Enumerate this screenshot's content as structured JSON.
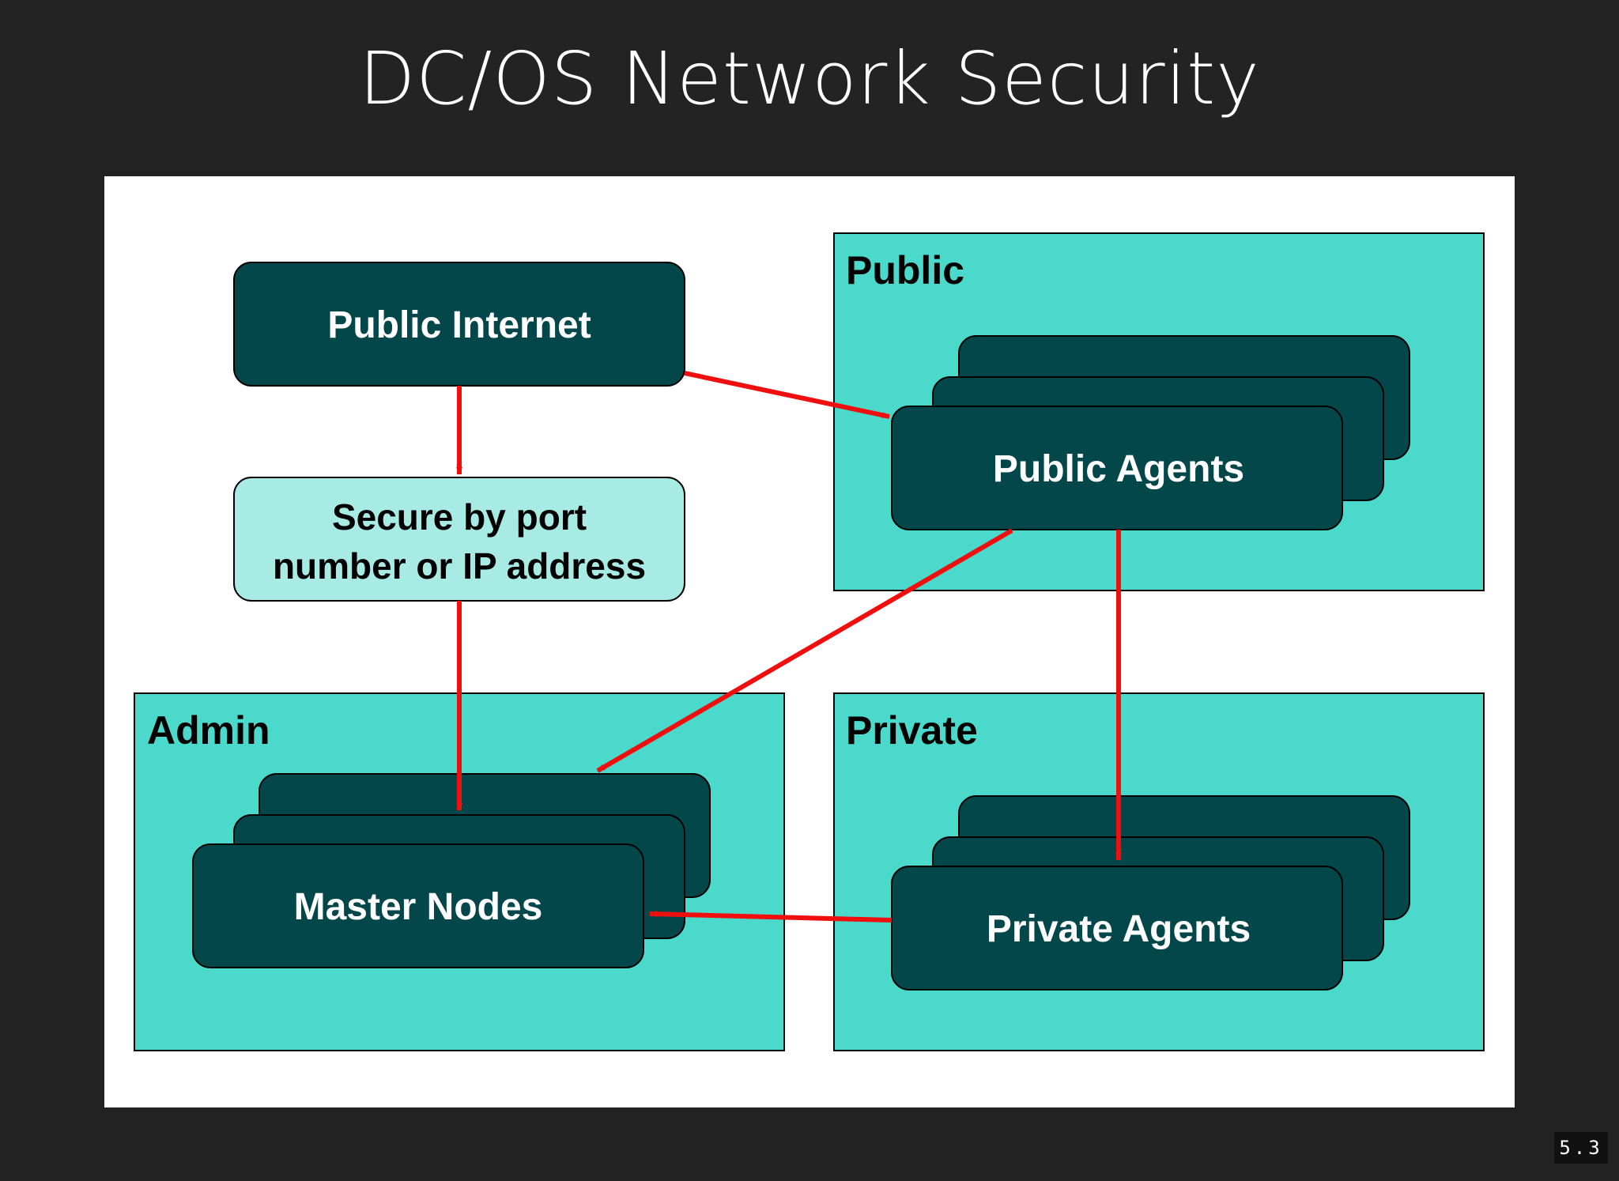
{
  "slide": {
    "title": "DC/OS Network Security",
    "page_number": "5.3"
  },
  "diagram": {
    "zones": {
      "public": {
        "label": "Public"
      },
      "admin": {
        "label": "Admin"
      },
      "private": {
        "label": "Private"
      }
    },
    "nodes": {
      "public_internet": {
        "label": "Public Internet"
      },
      "secure_filter": {
        "line1": "Secure by port",
        "line2": "number or IP address"
      },
      "public_agents": {
        "label": "Public Agents"
      },
      "master_nodes": {
        "label": "Master Nodes"
      },
      "private_agents": {
        "label": "Private Agents"
      }
    },
    "edges": [
      {
        "from": "Public Internet",
        "to": "Secure by port number or IP address"
      },
      {
        "from": "Public Internet",
        "to": "Public Agents"
      },
      {
        "from": "Secure by port number or IP address",
        "to": "Master Nodes"
      },
      {
        "from": "Public Agents",
        "to": "Master Nodes"
      },
      {
        "from": "Public Agents",
        "to": "Private Agents"
      },
      {
        "from": "Private Agents",
        "to": "Master Nodes"
      }
    ],
    "colors": {
      "zone_fill": "#4ad9cb",
      "node_fill": "#03474b",
      "filter_fill": "#a7ebe4",
      "arrow": "#f00f0f",
      "background": "#232323"
    }
  }
}
